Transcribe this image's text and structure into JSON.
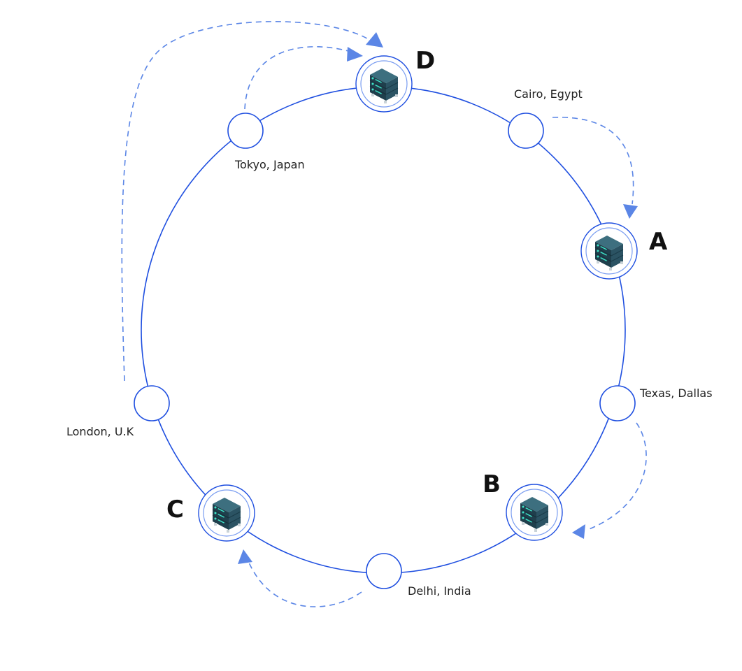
{
  "diagram": {
    "servers": [
      {
        "id": "D",
        "label": "D"
      },
      {
        "id": "A",
        "label": "A"
      },
      {
        "id": "B",
        "label": "B"
      },
      {
        "id": "C",
        "label": "C"
      }
    ],
    "locations": [
      {
        "id": "tokyo",
        "label": "Tokyo, Japan"
      },
      {
        "id": "cairo",
        "label": "Cairo, Egypt"
      },
      {
        "id": "texas",
        "label": "Texas, Dallas"
      },
      {
        "id": "delhi",
        "label": "Delhi, India"
      },
      {
        "id": "london",
        "label": "London, U.K"
      }
    ],
    "mappings": [
      {
        "from": "tokyo",
        "to": "D"
      },
      {
        "from": "london",
        "to": "D"
      },
      {
        "from": "cairo",
        "to": "A"
      },
      {
        "from": "texas",
        "to": "B"
      },
      {
        "from": "delhi",
        "to": "C"
      }
    ],
    "colors": {
      "ring": "#1f4fe0",
      "arrow": "#5b86e6",
      "server_body": "#1f3f4c",
      "server_led": "#3ee6c9"
    }
  }
}
